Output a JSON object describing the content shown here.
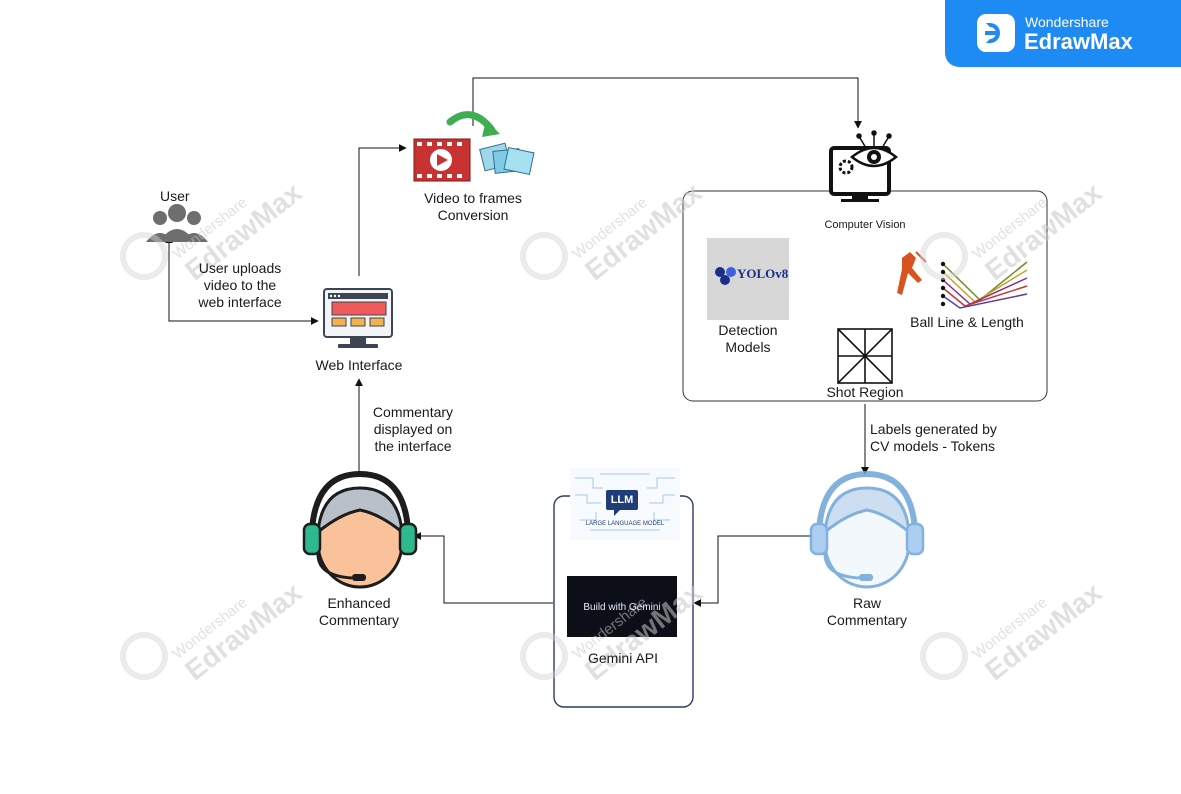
{
  "brand": {
    "line1": "Wondershare",
    "line2": "EdrawMax"
  },
  "watermark": {
    "line1": "Wondershare",
    "line2": "EdrawMax"
  },
  "nodes": {
    "user": "User",
    "user_uploads": [
      "User uploads",
      "video to the",
      "web interface"
    ],
    "web_interface": "Web Interface",
    "video_conversion": [
      "Video to frames",
      "Conversion"
    ],
    "computer_vision": "Computer Vision",
    "yolo_logo": "YOLOv8",
    "detection_models": [
      "Detection",
      "Models"
    ],
    "ball_line": "Ball Line & Length",
    "shot_region": "Shot Region",
    "labels_generated": [
      "Labels generated by",
      "CV models - Tokens"
    ],
    "llm_logo": "LLM",
    "llm_caption": "LARGE LANGUAGE MODEL",
    "gemini_banner": "Build with Gemini",
    "gemini_api": "Gemini API",
    "raw_commentary": [
      "Raw",
      "Commentary"
    ],
    "enhanced_commentary": [
      "Enhanced",
      "Commentary"
    ],
    "commentary_displayed": [
      "Commentary",
      "displayed on",
      "the interface"
    ]
  },
  "colors": {
    "arrow": "#111111",
    "enhanced_headset": "#2fb98f",
    "enhanced_face": "#f9c29a",
    "raw_headset": "#7ab3e8",
    "gemini_bg": "#0c0f18",
    "brand": "#1e8bf5"
  }
}
